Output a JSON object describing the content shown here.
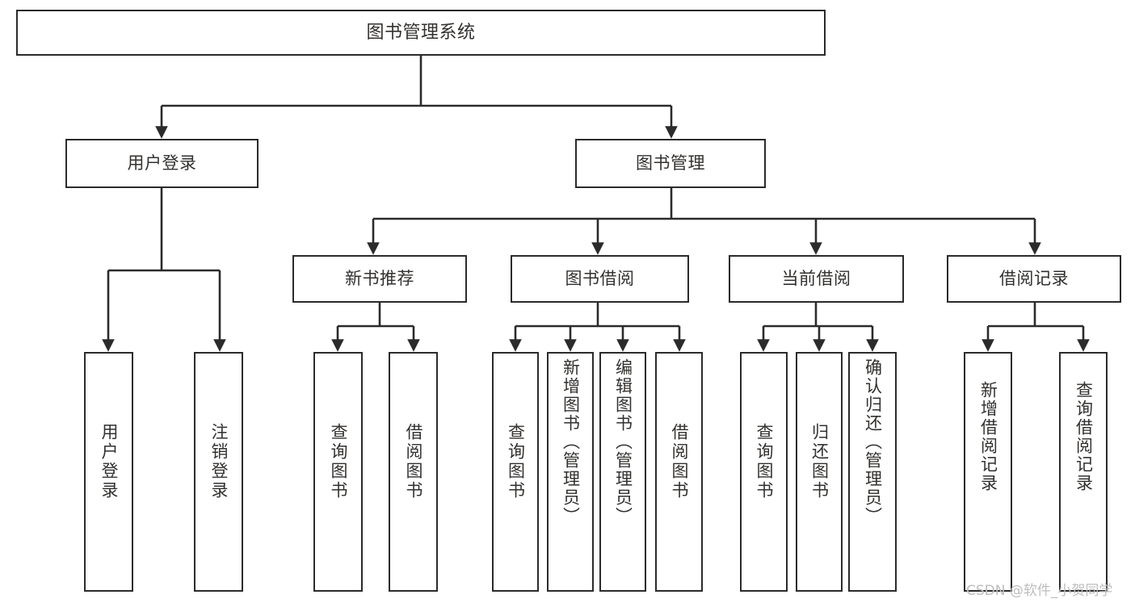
{
  "diagram": {
    "type": "tree-hierarchy",
    "title": "图书管理系统",
    "watermark": "CSDN @软件_小贺同学",
    "colors": {
      "background": "#ffffff",
      "border": "#2b2b2b",
      "text": "#33312f",
      "edge": "#2b2b2b",
      "watermark": "#bdbdbd"
    },
    "nodes": {
      "root": {
        "label": "图书管理系统"
      },
      "level1": [
        {
          "id": "user-login",
          "label": "用户登录"
        },
        {
          "id": "book-manage",
          "label": "图书管理"
        }
      ],
      "level2": [
        {
          "id": "new-book-rec",
          "label": "新书推荐"
        },
        {
          "id": "book-borrow",
          "label": "图书借阅"
        },
        {
          "id": "current-borrow",
          "label": "当前借阅"
        },
        {
          "id": "borrow-record",
          "label": "借阅记录"
        }
      ],
      "leaves": {
        "user-login": [
          {
            "id": "leaf-user-login",
            "label": "用户登录"
          },
          {
            "id": "leaf-logout",
            "label": "注销登录"
          }
        ],
        "new-book-rec": [
          {
            "id": "leaf-query-book-1",
            "label": "查询图书"
          },
          {
            "id": "leaf-borrow-book-1",
            "label": "借阅图书"
          }
        ],
        "book-borrow": [
          {
            "id": "leaf-query-book-2",
            "label": "查询图书"
          },
          {
            "id": "leaf-add-book",
            "label": "新增图书（管理员）"
          },
          {
            "id": "leaf-edit-book",
            "label": "编辑图书（管理员）"
          },
          {
            "id": "leaf-borrow-book-2",
            "label": "借阅图书"
          }
        ],
        "current-borrow": [
          {
            "id": "leaf-query-book-3",
            "label": "查询图书"
          },
          {
            "id": "leaf-return-book",
            "label": "归还图书"
          },
          {
            "id": "leaf-confirm-return",
            "label": "确认归还（管理员）"
          }
        ],
        "borrow-record": [
          {
            "id": "leaf-add-record",
            "label": "新增借阅记录"
          },
          {
            "id": "leaf-query-record",
            "label": "查询借阅记录"
          }
        ]
      }
    }
  }
}
